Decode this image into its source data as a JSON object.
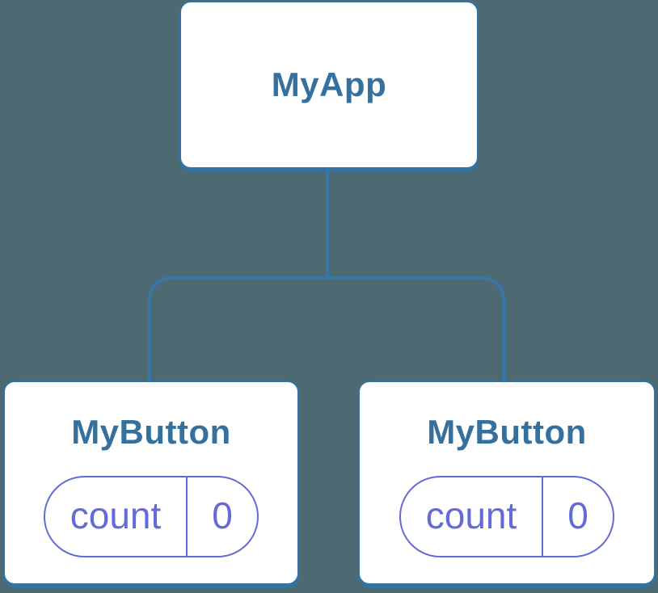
{
  "canvas": {
    "background": "#4D6A73"
  },
  "colors": {
    "node_background": "#FFFFFF",
    "node_border": "#3173A4",
    "connector": "#3377AB",
    "node_title": "#35719F",
    "state_accent": "#646BD8"
  },
  "tree": {
    "root": {
      "label": "MyApp"
    },
    "children": [
      {
        "label": "MyButton",
        "state": {
          "key": "count",
          "value": "0"
        }
      },
      {
        "label": "MyButton",
        "state": {
          "key": "count",
          "value": "0"
        }
      }
    ]
  }
}
